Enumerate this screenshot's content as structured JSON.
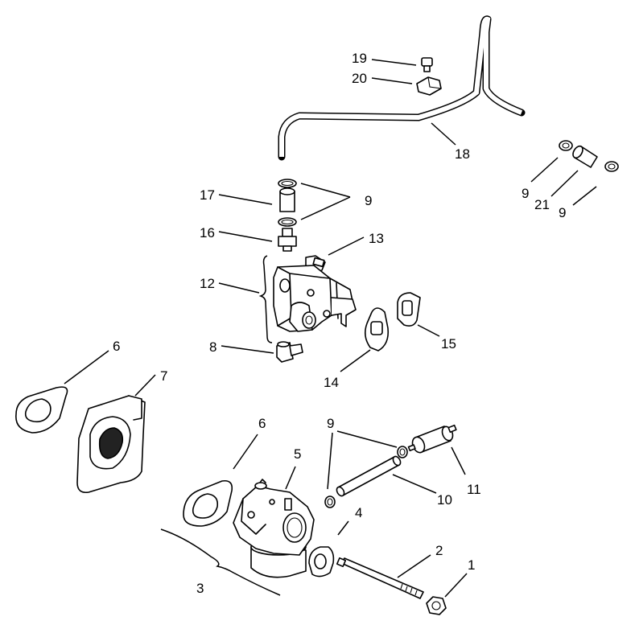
{
  "callouts": {
    "c1": "1",
    "c2": "2",
    "c3": "3",
    "c4": "4",
    "c5": "5",
    "c6a": "6",
    "c6b": "6",
    "c7": "7",
    "c8": "8",
    "c9a": "9",
    "c9b": "9",
    "c9c": "9",
    "c9d": "9",
    "c10": "10",
    "c11": "11",
    "c12": "12",
    "c13": "13",
    "c14": "14",
    "c15": "15",
    "c16": "16",
    "c17": "17",
    "c18": "18",
    "c19": "19",
    "c20": "20",
    "c21": "21"
  }
}
